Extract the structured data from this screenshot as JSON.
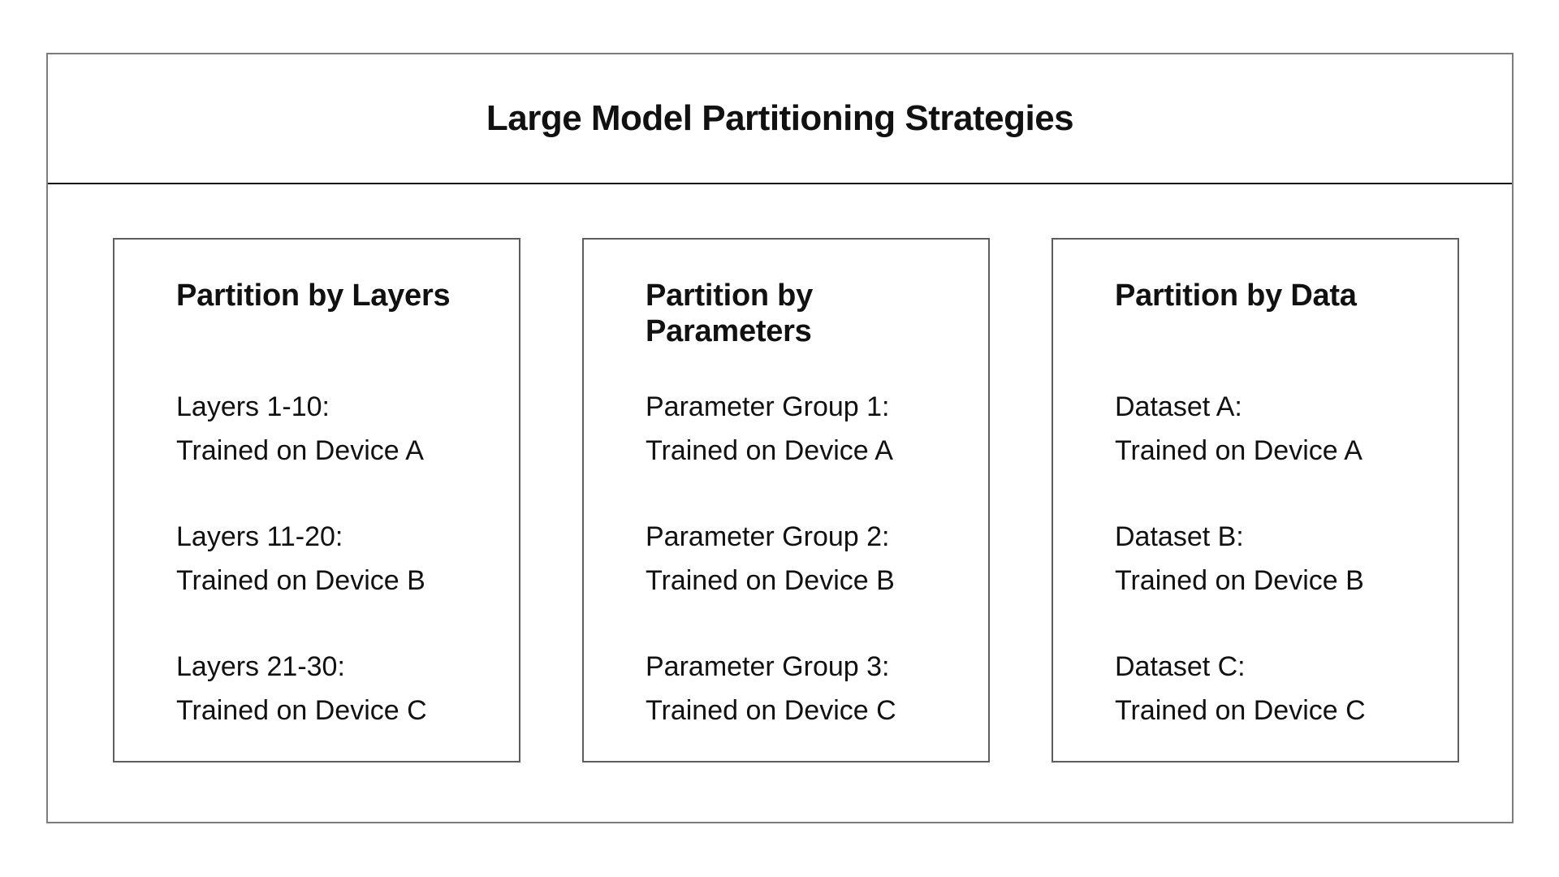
{
  "title": "Large Model Partitioning Strategies",
  "colors": {
    "background": "#ffffff",
    "text": "#111111",
    "outer_border": "#7d7d7d",
    "header_divider": "#141414",
    "card_border": "#5e5e5e"
  },
  "cards": [
    {
      "heading": "Partition by Layers",
      "items": [
        {
          "label": "Layers 1-10:",
          "value": "Trained on Device A"
        },
        {
          "label": "Layers 11-20:",
          "value": "Trained on Device B"
        },
        {
          "label": "Layers 21-30:",
          "value": "Trained on Device C"
        }
      ]
    },
    {
      "heading": "Partition by Parameters",
      "items": [
        {
          "label": "Parameter Group 1:",
          "value": "Trained on Device A"
        },
        {
          "label": "Parameter Group 2:",
          "value": "Trained on Device B"
        },
        {
          "label": "Parameter Group 3:",
          "value": "Trained on Device C"
        }
      ]
    },
    {
      "heading": "Partition by Data",
      "items": [
        {
          "label": "Dataset A:",
          "value": "Trained on Device A"
        },
        {
          "label": "Dataset B:",
          "value": "Trained on Device B"
        },
        {
          "label": "Dataset C:",
          "value": "Trained on Device C"
        }
      ]
    }
  ]
}
